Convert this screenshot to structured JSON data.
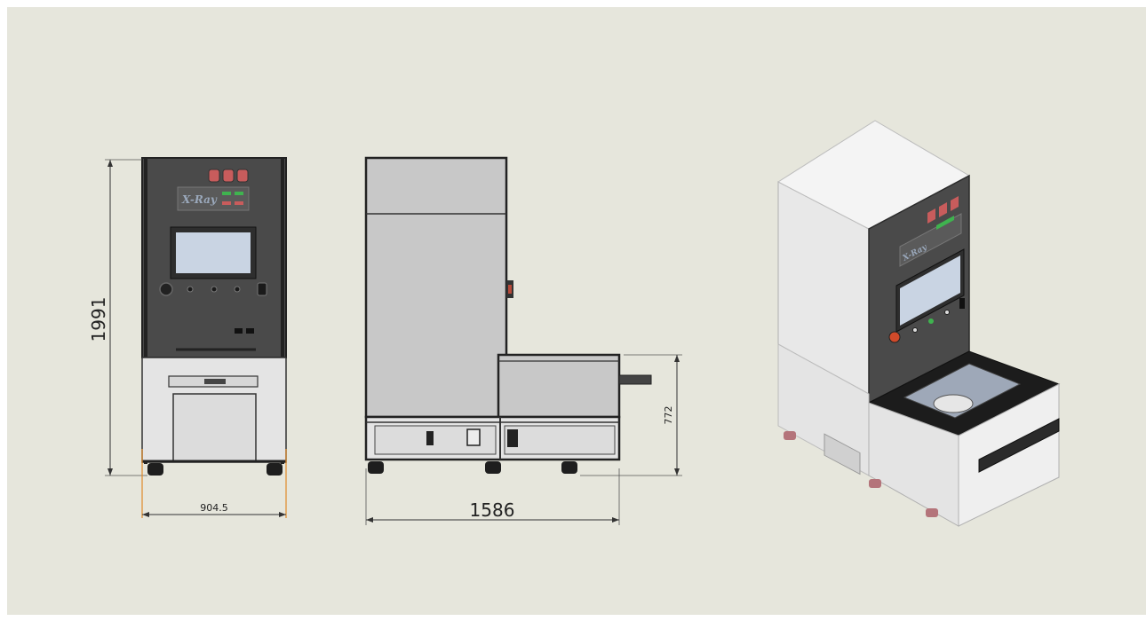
{
  "colors": {
    "background": "#e6e6dc",
    "cabinet_dark": "#4a4a4a",
    "frame": "#2b2b2b",
    "panel_light": "#c8c8c8",
    "base_light": "#e4e4e4",
    "screen": "#c9d4e3",
    "button_red": "#c85c5c",
    "indicator_green": "#3fb34f",
    "dimension_line": "#333333",
    "extension_orange": "#e08a2a"
  },
  "drawing": {
    "front_view": {
      "height_dimension": "1991",
      "width_dimension": "904.5",
      "logo_text": "X-Ray"
    },
    "side_view": {
      "length_dimension": "1586",
      "table_height_dimension": "772"
    },
    "iso_view": {
      "logo_text": "X-Ray"
    }
  }
}
